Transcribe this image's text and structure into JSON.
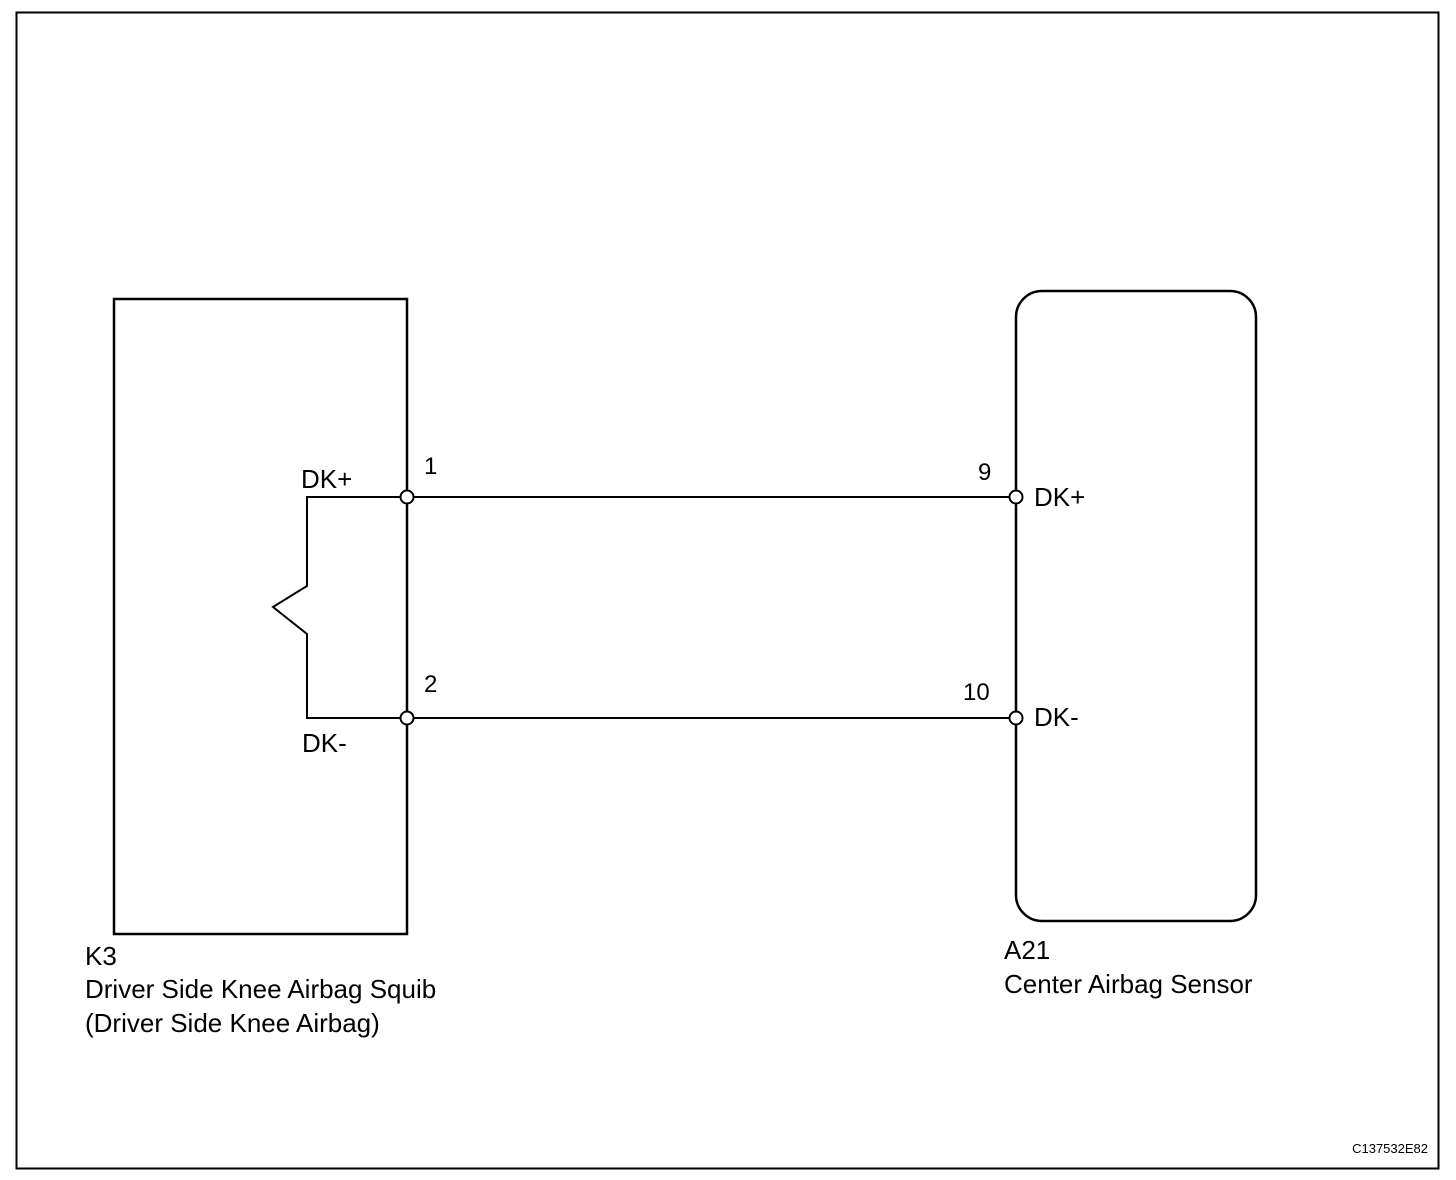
{
  "components": {
    "left": {
      "code": "K3",
      "name": "Driver Side Knee Airbag Squib",
      "subname": "(Driver Side Knee Airbag)",
      "pins": [
        {
          "number": "1",
          "signal": "DK+"
        },
        {
          "number": "2",
          "signal": "DK-"
        }
      ]
    },
    "right": {
      "code": "A21",
      "name": "Center Airbag Sensor",
      "pins": [
        {
          "number": "9",
          "signal": "DK+"
        },
        {
          "number": "10",
          "signal": "DK-"
        }
      ]
    }
  },
  "figure_code": "C137532E82"
}
